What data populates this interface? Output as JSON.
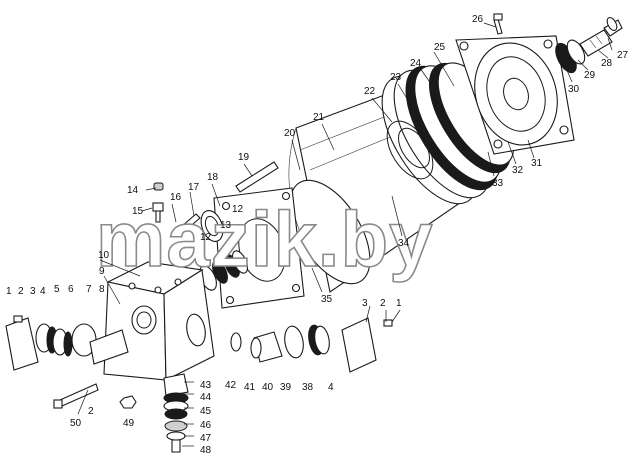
{
  "watermark": "mazik.by",
  "callouts": [
    {
      "id": "c26",
      "label": "26"
    },
    {
      "id": "c25",
      "label": "25"
    },
    {
      "id": "c24",
      "label": "24"
    },
    {
      "id": "c23",
      "label": "23"
    },
    {
      "id": "c22",
      "label": "22"
    },
    {
      "id": "c21",
      "label": "21"
    },
    {
      "id": "c20",
      "label": "20"
    },
    {
      "id": "c19",
      "label": "19"
    },
    {
      "id": "c18",
      "label": "18"
    },
    {
      "id": "c17",
      "label": "17"
    },
    {
      "id": "c16",
      "label": "16"
    },
    {
      "id": "c15",
      "label": "15"
    },
    {
      "id": "c14",
      "label": "14"
    },
    {
      "id": "c13",
      "label": "13"
    },
    {
      "id": "c12a",
      "label": "12"
    },
    {
      "id": "c12b",
      "label": "12"
    },
    {
      "id": "c10",
      "label": "10"
    },
    {
      "id": "c9",
      "label": "9"
    },
    {
      "id": "c8",
      "label": "8"
    },
    {
      "id": "c7",
      "label": "7"
    },
    {
      "id": "c6",
      "label": "6"
    },
    {
      "id": "c5",
      "label": "5"
    },
    {
      "id": "c4a",
      "label": "4"
    },
    {
      "id": "c3a",
      "label": "3"
    },
    {
      "id": "c2a",
      "label": "2"
    },
    {
      "id": "c1a",
      "label": "1"
    },
    {
      "id": "c27",
      "label": "27"
    },
    {
      "id": "c28",
      "label": "28"
    },
    {
      "id": "c29",
      "label": "29"
    },
    {
      "id": "c30",
      "label": "30"
    },
    {
      "id": "c31",
      "label": "31"
    },
    {
      "id": "c32",
      "label": "32"
    },
    {
      "id": "c33",
      "label": "33"
    },
    {
      "id": "c34",
      "label": "34"
    },
    {
      "id": "c35",
      "label": "35"
    },
    {
      "id": "c3b",
      "label": "3"
    },
    {
      "id": "c2b",
      "label": "2"
    },
    {
      "id": "c1b",
      "label": "1"
    },
    {
      "id": "c42",
      "label": "42"
    },
    {
      "id": "c41",
      "label": "41"
    },
    {
      "id": "c40",
      "label": "40"
    },
    {
      "id": "c39",
      "label": "39"
    },
    {
      "id": "c38",
      "label": "38"
    },
    {
      "id": "c4b",
      "label": "4"
    },
    {
      "id": "c43",
      "label": "43"
    },
    {
      "id": "c44",
      "label": "44"
    },
    {
      "id": "c45",
      "label": "45"
    },
    {
      "id": "c46",
      "label": "46"
    },
    {
      "id": "c47",
      "label": "47"
    },
    {
      "id": "c48",
      "label": "48"
    },
    {
      "id": "c50",
      "label": "50"
    },
    {
      "id": "c2c",
      "label": "2"
    },
    {
      "id": "c49",
      "label": "49"
    }
  ]
}
